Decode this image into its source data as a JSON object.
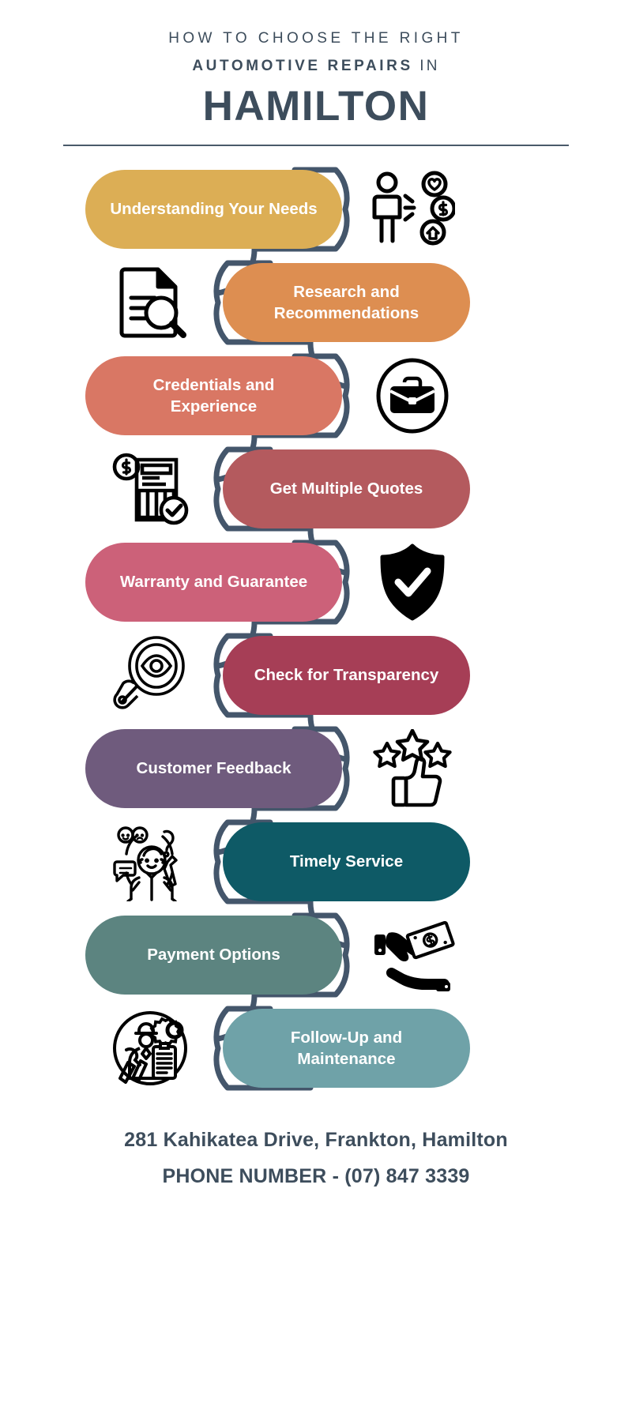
{
  "header": {
    "line1": "HOW TO CHOOSE THE RIGHT",
    "line2_bold": "AUTOMOTIVE REPAIRS",
    "line2_rest": " IN",
    "title": "HAMILTON"
  },
  "colors": {
    "ink": "#3d4d5c",
    "connector": "#44566b",
    "icon": "#000000"
  },
  "steps": [
    {
      "label": "Understanding Your Needs",
      "color": "#dcae55",
      "side": "left",
      "icon": "person-needs-icon"
    },
    {
      "label": "Research and Recommendations",
      "color": "#dd8e51",
      "side": "right",
      "icon": "document-search-icon"
    },
    {
      "label": "Credentials and Experience",
      "color": "#d97764",
      "side": "left",
      "icon": "briefcase-circle-icon"
    },
    {
      "label": "Get Multiple Quotes",
      "color": "#b45a5e",
      "side": "right",
      "icon": "price-list-check-icon"
    },
    {
      "label": "Warranty and Guarantee",
      "color": "#cc6179",
      "side": "left",
      "icon": "shield-check-icon"
    },
    {
      "label": "Check for Transparency",
      "color": "#a63e56",
      "side": "right",
      "icon": "eye-magnifier-icon"
    },
    {
      "label": "Customer Feedback",
      "color": "#6f5b7d",
      "side": "left",
      "icon": "thumbs-up-stars-icon"
    },
    {
      "label": "Timely Service",
      "color": "#0e5a66",
      "side": "right",
      "icon": "support-agent-icon"
    },
    {
      "label": "Payment Options",
      "color": "#5c8480",
      "side": "left",
      "icon": "hand-money-icon"
    },
    {
      "label": "Follow-Up and Maintenance",
      "color": "#6fa2a8",
      "side": "right",
      "icon": "mechanic-checklist-icon"
    }
  ],
  "footer": {
    "address": "281 Kahikatea Drive, Frankton, Hamilton",
    "phone": "PHONE NUMBER - (07) 847 3339"
  }
}
